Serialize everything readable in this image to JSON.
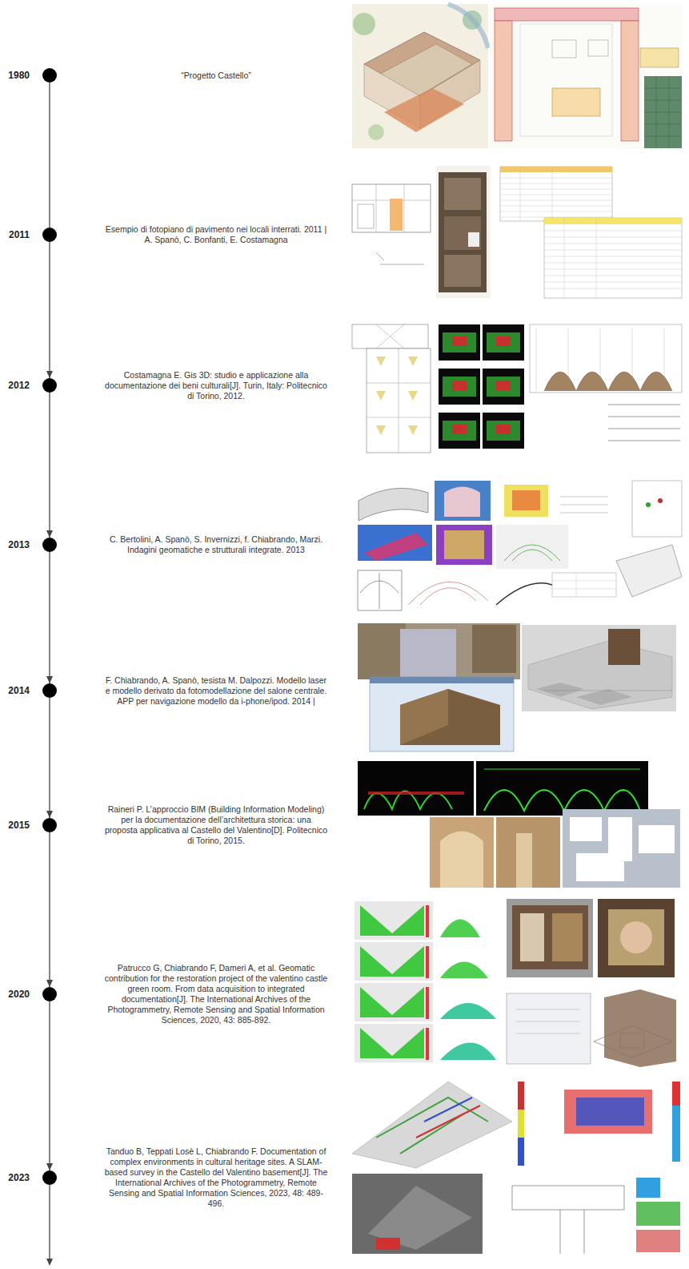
{
  "diagram": {
    "nodes": [
      {
        "text": [
          "1980"
        ]
      },
      {
        "text": [
          "2011"
        ]
      },
      {
        "text": [
          "2012"
        ]
      },
      {
        "text": [
          "2013"
        ]
      },
      {
        "text": [
          "2014"
        ]
      },
      {
        "text": [
          "2015"
        ]
      },
      {
        "text": [
          "2020"
        ]
      },
      {
        "text": [
          "2023"
        ]
      }
    ],
    "edges": [
      {
        "from": 0,
        "to": 1,
        "arrow": "none"
      },
      {
        "from": 1,
        "to": 2,
        "arrow": "to"
      },
      {
        "from": 2,
        "to": 3,
        "arrow": "to"
      },
      {
        "from": 3,
        "to": 4,
        "arrow": "to"
      },
      {
        "from": 4,
        "to": 5,
        "arrow": "to"
      },
      {
        "from": 5,
        "to": 6,
        "arrow": "to"
      },
      {
        "from": 6,
        "to": 7,
        "arrow": "to"
      }
    ],
    "labels": [
      "“Progetto Castello”",
      "Esempio di fotopiano di pavimento nei locali interrati. 2011 | A. Spanò, C. Bonfanti, E. Costamagna",
      "Costamagna E. Gis 3D: studio e applicazione alla documentazione dei beni culturali[J]. Turin, Italy: Politecnico di Torino, 2012.",
      "C. Bertolini, A. Spanò, S. Invernizzi, f. Chiabrando, Marzi. Indagini geomatiche e strutturali integrate. 2013",
      "F. Chiabrando, A. Spanò, tesista M. Dalpozzi. Modello laser e modello derivato da fotomodellazione del salone centrale. APP per navigazione modello da i-phone/ipod. 2014 |",
      "Raineri P. L’approccio BIM (Building Information Modeling) per la documentazione dell’architettura storica: una proposta applicativa al Castello del Valentino[D]. Politecnico di Torino, 2015.",
      "Patrucco G, Chiabrando F, Dameri A, et al. Geomatic contribution for the restoration project of the valentino castle green room. From data acquisition to integrated documentation[J]. The International Archives of the Photogrammetry, Remote Sensing and Spatial Information Sciences, 2020, 43: 885-892.",
      "Tanduo B, Teppati Losè L, Chiabrando F. Documentation of complex environments in cultural heritage sites. A SLAM-based survey in the Castello del Valentino basement[J]. The International Archives of the Photogrammetry, Remote Sensing and Spatial Information Sciences, 2023, 48: 489-496."
    ]
  }
}
